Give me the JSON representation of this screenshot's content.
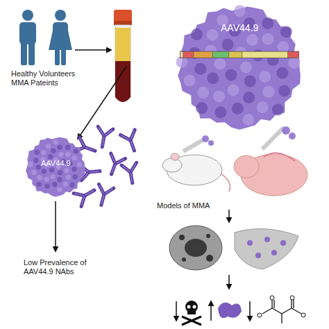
{
  "diagram": {
    "nodes": [
      {
        "text": [
          "AAV44.9"
        ]
      },
      {
        "text": [
          "AAV44.9"
        ]
      }
    ],
    "labels": [
      "Healthy Volunteers MMA Pateints",
      "Low Prevalence of AAV44.9 NAbs",
      "Models of MMA"
    ]
  }
}
